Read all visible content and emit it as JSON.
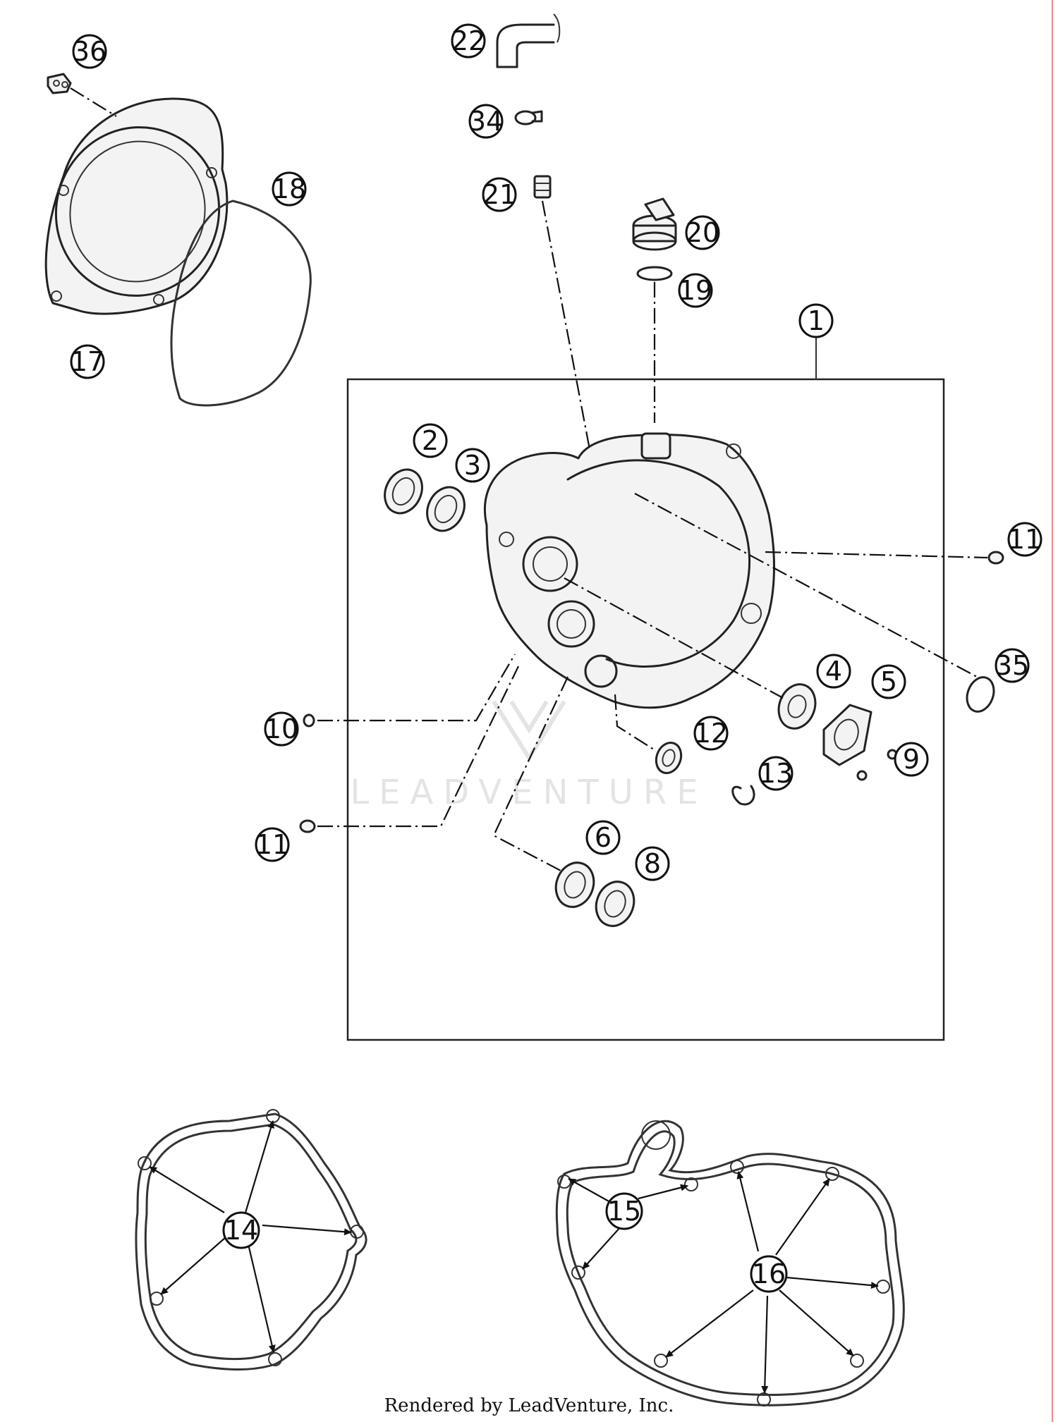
{
  "callouts": {
    "c36": "36",
    "c22": "22",
    "c34": "34",
    "c18": "18",
    "c21": "21",
    "c20": "20",
    "c19": "19",
    "c17": "17",
    "c1": "1",
    "c2": "2",
    "c3": "3",
    "c11a": "11",
    "c35": "35",
    "c4": "4",
    "c5": "5",
    "c9": "9",
    "c10": "10",
    "c12": "12",
    "c13": "13",
    "c11b": "11",
    "c6": "6",
    "c8": "8",
    "c14": "14",
    "c15": "15",
    "c16": "16"
  },
  "watermark": "LEADVENTURE",
  "footer": "Rendered by LeadVenture, Inc."
}
